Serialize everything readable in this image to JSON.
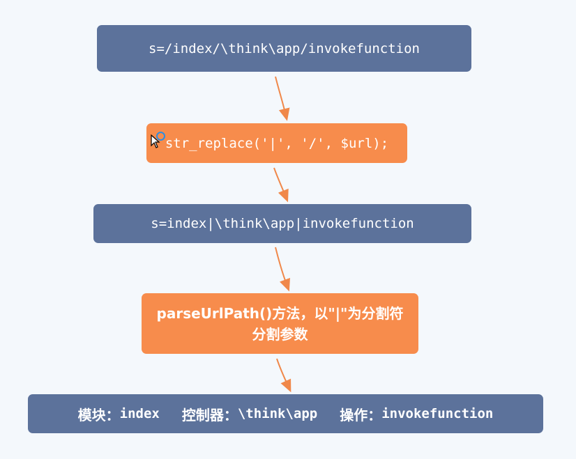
{
  "steps": [
    {
      "text": "s=/index/\\think\\app/invokefunction",
      "color": "#5c729b"
    },
    {
      "text": "str_replace('|', '/', $url);",
      "color": "#f78c4c"
    },
    {
      "text": "s=index|\\think\\app|invokefunction",
      "color": "#5c729b"
    },
    {
      "line1": "parseUrlPath()方法，以\"|\"为分割符",
      "line2": "分割参数",
      "color": "#f78c4c"
    }
  ],
  "result": {
    "module_label": "模块：",
    "module_value": "index",
    "controller_label": "控制器：",
    "controller_value": "\\think\\app",
    "action_label": "操作：",
    "action_value": "invokefunction",
    "color": "#5c729b"
  },
  "arrow_color": "#f0884a",
  "icons": {
    "cursor": "arrow-cursor-icon",
    "busy": "loading-ring-icon"
  }
}
